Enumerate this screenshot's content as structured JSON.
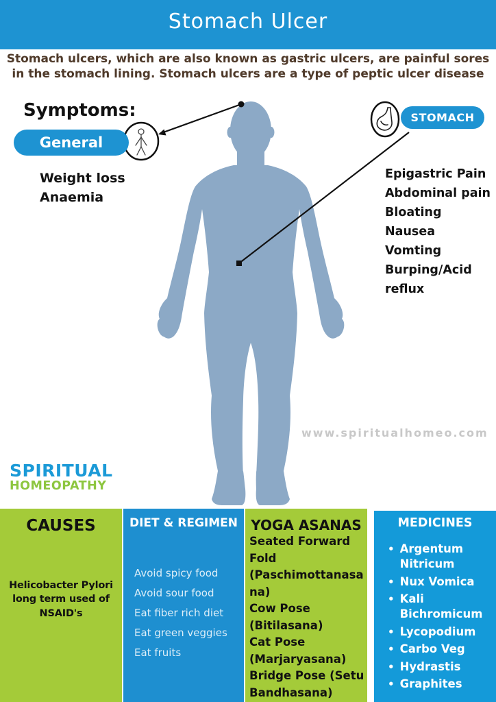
{
  "page_title": "Stomach Ulcer",
  "intro": "Stomach ulcers, which are also known as gastric ulcers, are painful sores in the stomach lining. Stomach ulcers are a type of peptic ulcer disease",
  "symptoms": {
    "heading": "Symptoms:",
    "general_label": "General",
    "general_items": [
      "Weight loss",
      "Anaemia"
    ],
    "stomach_label": "STOMACH",
    "stomach_items": [
      "Epigastric Pain",
      "Abdominal pain",
      "Bloating",
      "Nausea",
      "Vomting",
      "Burping/Acid reflux"
    ]
  },
  "watermark": "www.spiritualhomeo.com",
  "logo": {
    "line1": "SPIRITUAL",
    "line2": "HOMEOPATHY"
  },
  "panels": {
    "causes": {
      "heading": "CAUSES",
      "body": "Helicobacter Pylori long term used of NSAID's"
    },
    "diet": {
      "heading": "DIET & REGIMEN",
      "items": [
        "Avoid spicy food",
        "Avoid sour food",
        "Eat fiber rich diet",
        "Eat green veggies",
        "Eat fruits"
      ]
    },
    "yoga": {
      "heading": "YOGA ASANAS",
      "items": [
        "Seated Forward Fold (Paschimottanasana)",
        "Cow Pose (Bitilasana)",
        "Cat Pose (Marjaryasana)",
        "Bridge Pose (Setu Bandhasana)"
      ]
    },
    "medicines": {
      "heading": "MEDICINES",
      "items": [
        "Argentum Nitricum",
        "Nux Vomica",
        "Kali Bichromicum",
        "Lycopodium",
        "Carbo Veg",
        "Hydrastis",
        "Graphites"
      ]
    }
  },
  "icons": {
    "general_icon": "anatomy-figure-icon",
    "stomach_icon": "stomach-organ-icon"
  },
  "colors": {
    "header_blue": "#1E93D2",
    "panel_blue": "#1E8FD0",
    "medicines_blue": "#149AD9",
    "panel_green": "#A4CB39",
    "logo_blue": "#1B9AD7",
    "logo_green": "#8DC63F",
    "body_silhouette": "#8CA9C6",
    "intro_brown": "#4F3A2A",
    "watermark_gray": "#C8C8C8"
  }
}
